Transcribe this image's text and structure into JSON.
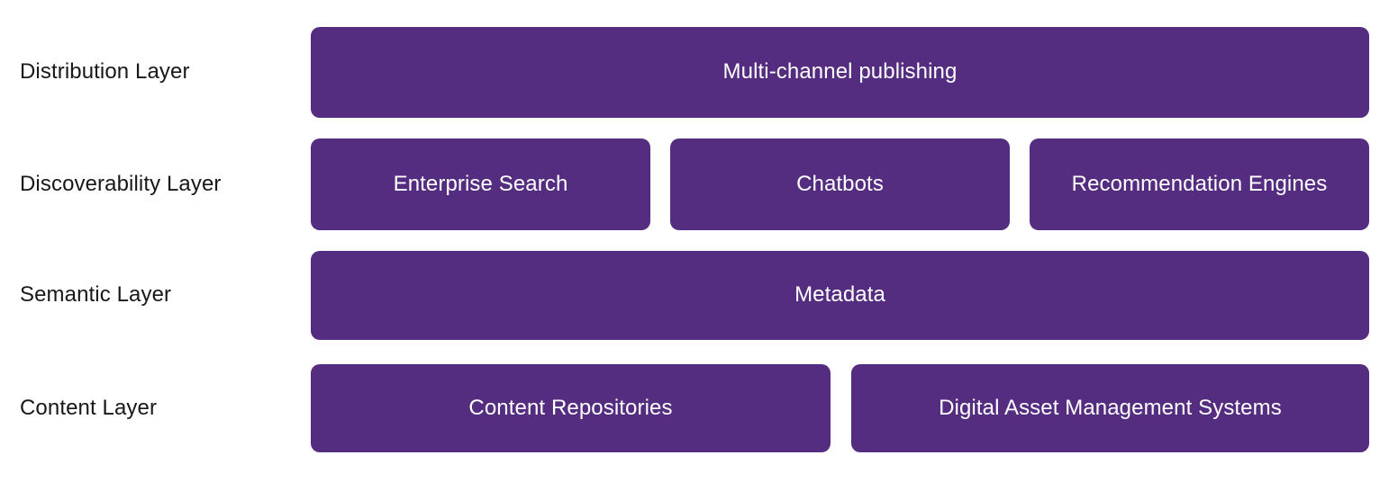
{
  "diagram": {
    "background_color": "#ffffff",
    "box_color": "#552D80",
    "box_text_color": "#ffffff",
    "label_text_color": "#181818",
    "rows": [
      {
        "id": "distribution",
        "label": "Distribution Layer",
        "boxes": [
          {
            "text": "Multi-channel publishing"
          }
        ]
      },
      {
        "id": "discoverability",
        "label": "Discoverability Layer",
        "boxes": [
          {
            "text": "Enterprise Search"
          },
          {
            "text": "Chatbots"
          },
          {
            "text": "Recommendation Engines"
          }
        ]
      },
      {
        "id": "semantic",
        "label": "Semantic Layer",
        "boxes": [
          {
            "text": "Metadata"
          }
        ]
      },
      {
        "id": "content",
        "label": "Content Layer",
        "boxes": [
          {
            "text": "Content Repositories"
          },
          {
            "text": "Digital Asset Management Systems"
          }
        ]
      }
    ]
  }
}
